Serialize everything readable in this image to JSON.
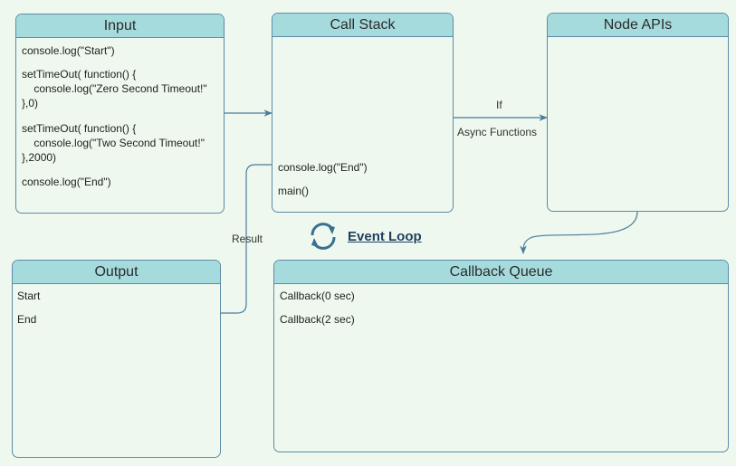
{
  "input": {
    "title": "Input",
    "lines": [
      "console.log(\"Start\")",
      "setTimeOut( function() {",
      "    console.log(\"Zero Second Timeout!\"",
      "},0)",
      "setTimeOut( function() {",
      "    console.log(\"Two Second Timeout!\"",
      "},2000)",
      "console.log(\"End\")"
    ]
  },
  "call_stack": {
    "title": "Call Stack",
    "lines": [
      "console.log(\"End\")",
      "main()"
    ]
  },
  "node_apis": {
    "title": "Node APIs"
  },
  "output": {
    "title": "Output",
    "lines": [
      "Start",
      "End"
    ]
  },
  "callback_queue": {
    "title": "Callback Queue",
    "lines": [
      "Callback(0 sec)",
      "Callback(2 sec)"
    ]
  },
  "edges": {
    "if_label": "If",
    "async_label": "Async Functions",
    "result_label": "Result"
  },
  "event_loop": {
    "label": "Event Loop",
    "icon": "refresh-cycle-icon"
  },
  "colors": {
    "header": "#a6dbdd",
    "background": "#eef8ee",
    "border": "#5c8ba7",
    "arrow": "#4a7c9c",
    "event_loop_text": "#1f3f5f"
  }
}
